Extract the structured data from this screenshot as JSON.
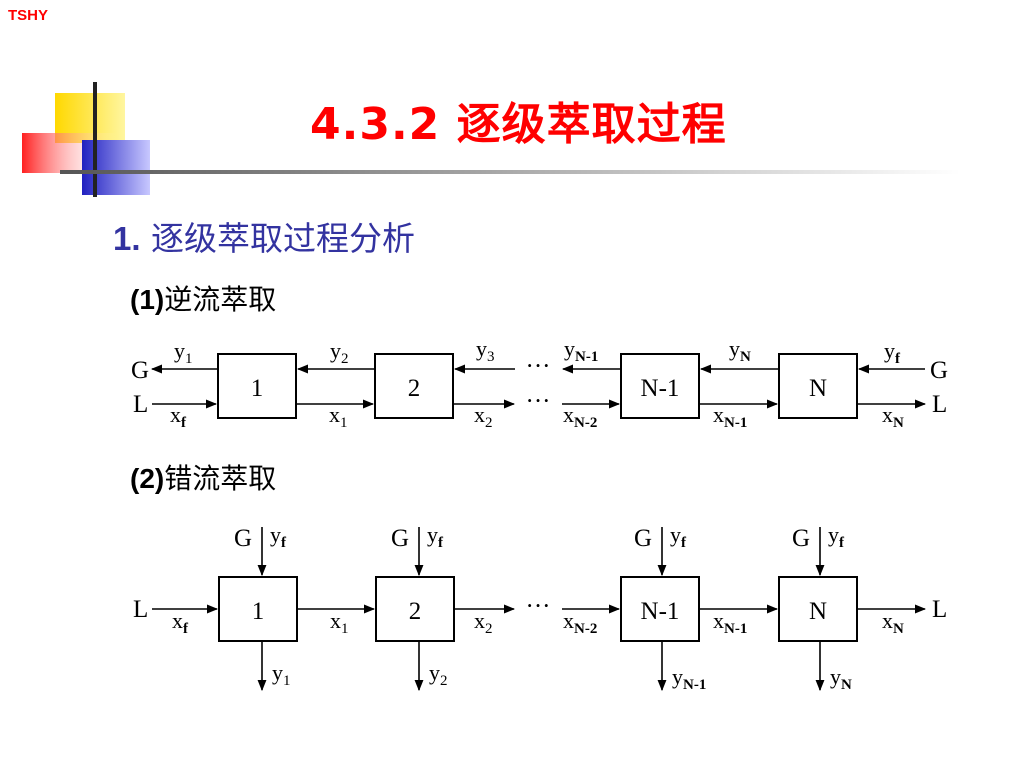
{
  "brand": "TSHY",
  "title": "4.3.2 逐级萃取过程",
  "subtitle": {
    "num": "1.",
    "text": " 逐级萃取过程分析"
  },
  "sections": [
    {
      "num": "(1)",
      "text": "逆流萃取"
    },
    {
      "num": "(2)",
      "text": "错流萃取"
    }
  ],
  "labels": {
    "G": "G",
    "L": "L",
    "x": "x",
    "y": "y",
    "dots": "···",
    "stage1": "1",
    "stage2": "2",
    "stageN1": "N-1",
    "stageN": "N",
    "sub_f": "f",
    "sub_1": "1",
    "sub_2": "2",
    "sub_3": "3",
    "sub_N": "N",
    "sub_N1": "N-1",
    "sub_N2": "N-2"
  },
  "colors": {
    "title": "#ff0000",
    "subtitle": "#3333a0",
    "deco_yellow": "#ffd800",
    "deco_red": "#ff2020",
    "deco_blue": "#3030d0"
  }
}
